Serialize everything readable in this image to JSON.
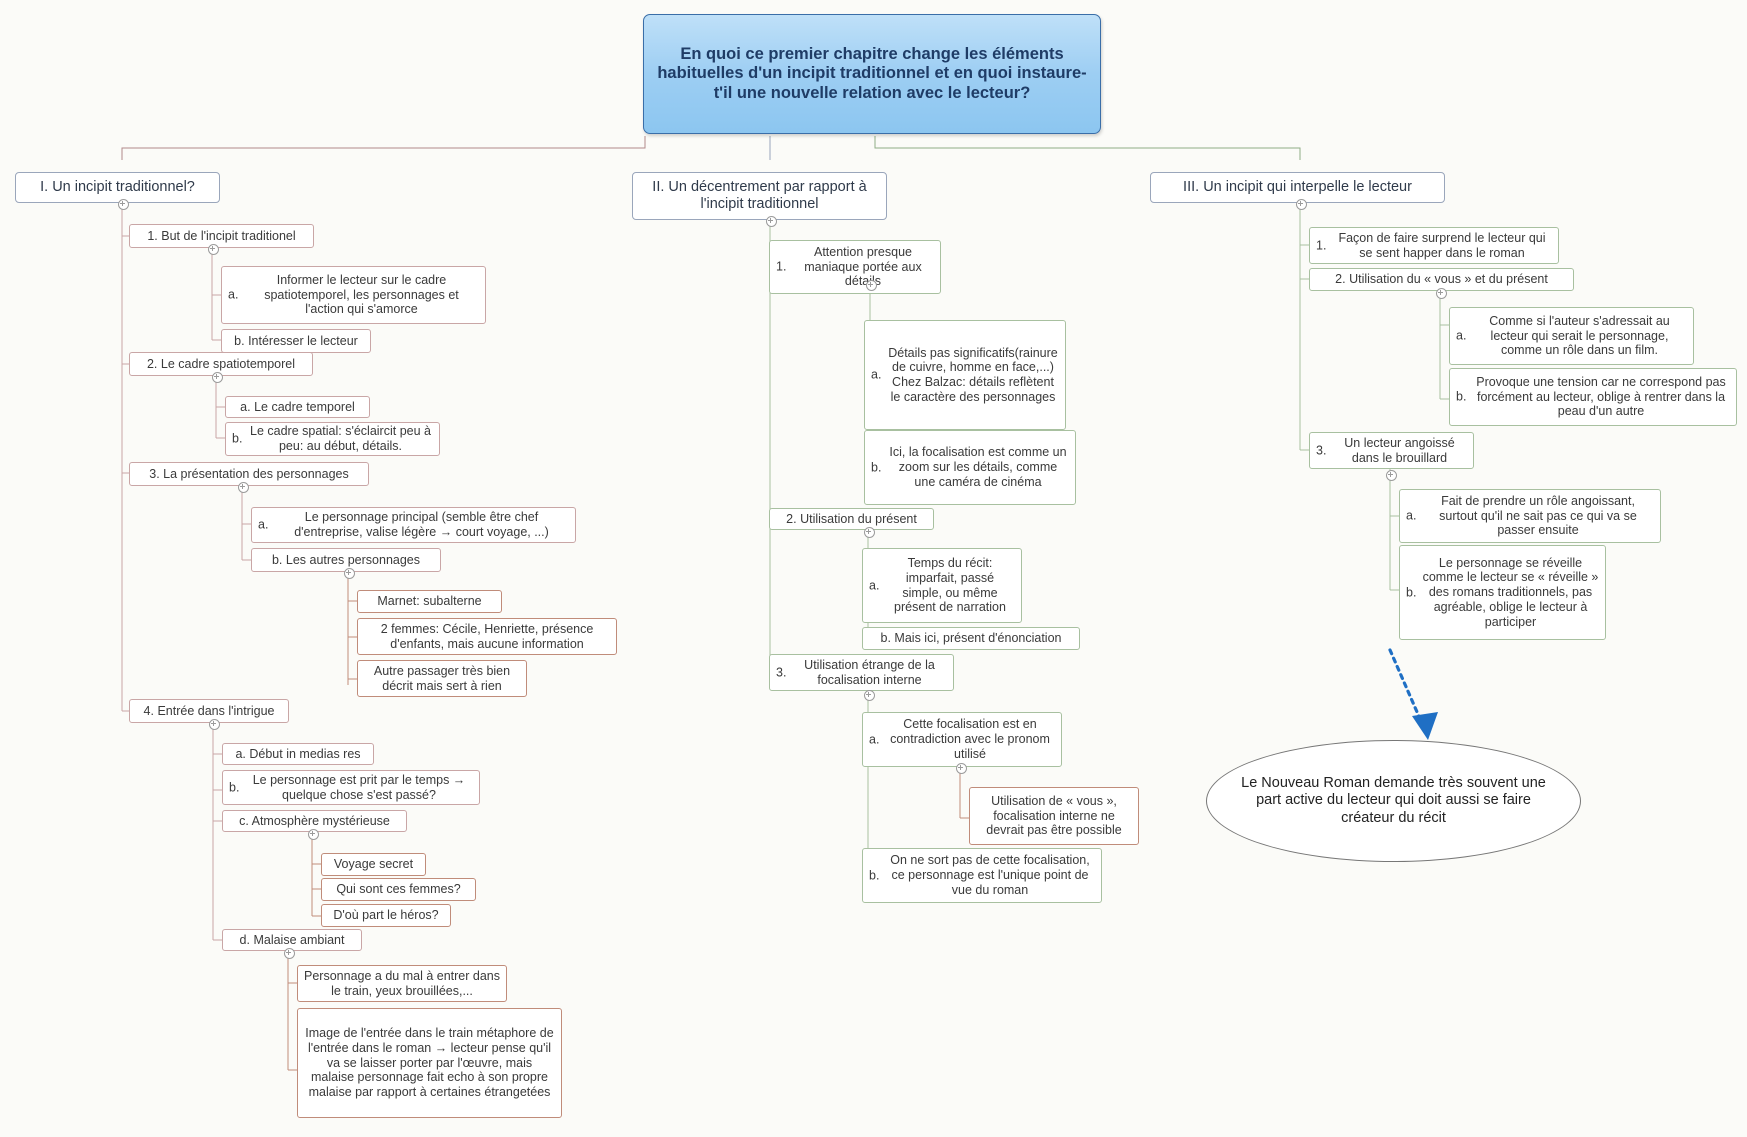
{
  "root": {
    "text": "En quoi ce premier chapitre change les éléments habituelles d'un incipit traditionnel et en quoi instaure-t'il une nouvelle relation avec le lecteur?"
  },
  "branches": [
    {
      "id": "b1",
      "title": "I. Un incipit traditionnel?",
      "nodes": [
        {
          "marker": "1.",
          "text": "But de l'incipit traditionel"
        },
        {
          "marker": "a.",
          "text": "Informer le lecteur sur le cadre spatiotemporel, les personnages et l'action qui s'amorce"
        },
        {
          "marker": "b.",
          "text": "Intéresser le lecteur"
        },
        {
          "marker": "2.",
          "text": "Le cadre spatiotemporel"
        },
        {
          "marker": "a.",
          "text": "Le cadre temporel"
        },
        {
          "marker": "b.",
          "text": "Le cadre spatial: s'éclaircit peu à peu: au début, détails."
        },
        {
          "marker": "3.",
          "text": "La présentation des personnages"
        },
        {
          "marker": "a.",
          "text": "Le personnage principal (semble être chef d'entreprise, valise légère → court voyage, ...)"
        },
        {
          "marker": "b.",
          "text": "Les autres personnages"
        },
        {
          "marker": "",
          "text": "Marnet: subalterne"
        },
        {
          "marker": "",
          "text": "2 femmes: Cécile, Henriette, présence d'enfants, mais aucune information"
        },
        {
          "marker": "",
          "text": "Autre passager très bien décrit mais sert à rien"
        },
        {
          "marker": "4.",
          "text": "Entrée dans l'intrigue"
        },
        {
          "marker": "a.",
          "text": "Début in medias res"
        },
        {
          "marker": "b.",
          "text": "Le personnage est prit par le temps → quelque chose s'est passé?"
        },
        {
          "marker": "c.",
          "text": "Atmosphère mystérieuse"
        },
        {
          "marker": "",
          "text": "Voyage secret"
        },
        {
          "marker": "",
          "text": "Qui sont ces femmes?"
        },
        {
          "marker": "",
          "text": "D'où part le héros?"
        },
        {
          "marker": "d.",
          "text": "Malaise ambiant"
        },
        {
          "marker": "",
          "text": "Personnage a du mal à entrer dans le train, yeux brouillées,..."
        },
        {
          "marker": "",
          "text": "Image de l'entrée dans le train métaphore de l'entrée dans le roman → lecteur  pense qu'il va se laisser porter par l'œuvre, mais malaise personnage fait echo à son propre malaise par rapport à certaines étrangetées"
        }
      ]
    },
    {
      "id": "b2",
      "title": "II.   Un décentrement par rapport à l'incipit traditionnel",
      "nodes": [
        {
          "marker": "1.",
          "text": "Attention presque maniaque portée aux détails"
        },
        {
          "marker": "a.",
          "text": "Détails pas significatifs(rainure de cuivre, homme en face,...) Chez Balzac: détails reflètent le caractère des personnages"
        },
        {
          "marker": "b.",
          "text": "Ici, la focalisation est comme un zoom sur les détails, comme une caméra de cinéma"
        },
        {
          "marker": "2.",
          "text": "Utilisation du présent"
        },
        {
          "marker": "a.",
          "text": "Temps du récit: imparfait, passé simple, ou même présent de narration"
        },
        {
          "marker": "b.",
          "text": "Mais ici, présent d'énonciation"
        },
        {
          "marker": "3.",
          "text": "Utilisation étrange de la focalisation interne"
        },
        {
          "marker": "a.",
          "text": "Cette focalisation est en contradiction avec le pronom utilisé"
        },
        {
          "marker": "",
          "text": "Utilisation de « vous », focalisation interne ne devrait pas être possible"
        },
        {
          "marker": "b.",
          "text": "On ne sort pas de cette focalisation, ce personnage est l'unique point de vue du roman"
        }
      ]
    },
    {
      "id": "b3",
      "title": "III. Un incipit qui interpelle le lecteur",
      "nodes": [
        {
          "marker": "1.",
          "text": "Façon de faire surprend le lecteur qui se sent happer dans le roman"
        },
        {
          "marker": "2.",
          "text": "Utilisation du « vous » et du présent"
        },
        {
          "marker": "a.",
          "text": "Comme si l'auteur s'adressait au lecteur qui serait le personnage, comme un rôle dans un film."
        },
        {
          "marker": "b.",
          "text": "Provoque une tension car ne  correspond pas forcément au lecteur, oblige à rentrer dans la peau d'un autre"
        },
        {
          "marker": "3.",
          "text": "Un lecteur angoissé dans le brouillard"
        },
        {
          "marker": "a.",
          "text": "Fait de prendre un rôle angoissant, surtout qu'il ne sait pas ce qui va se passer ensuite"
        },
        {
          "marker": "b.",
          "text": "Le personnage se réveille comme le lecteur se « réveille » des romans traditionnels, pas agréable, oblige le lecteur à participer"
        }
      ]
    }
  ],
  "conclusion": {
    "text": "Le Nouveau Roman demande très souvent une part active du lecteur qui doit aussi se faire créateur du récit"
  },
  "colors": {
    "root_fill": "#9dcef3",
    "root_border": "#3a6ea8",
    "branch_border": "#9aa6bb",
    "node_border_red": "#c9a6a6",
    "node_border_green": "#a8c0a0",
    "arrow": "#1f6fc4"
  }
}
